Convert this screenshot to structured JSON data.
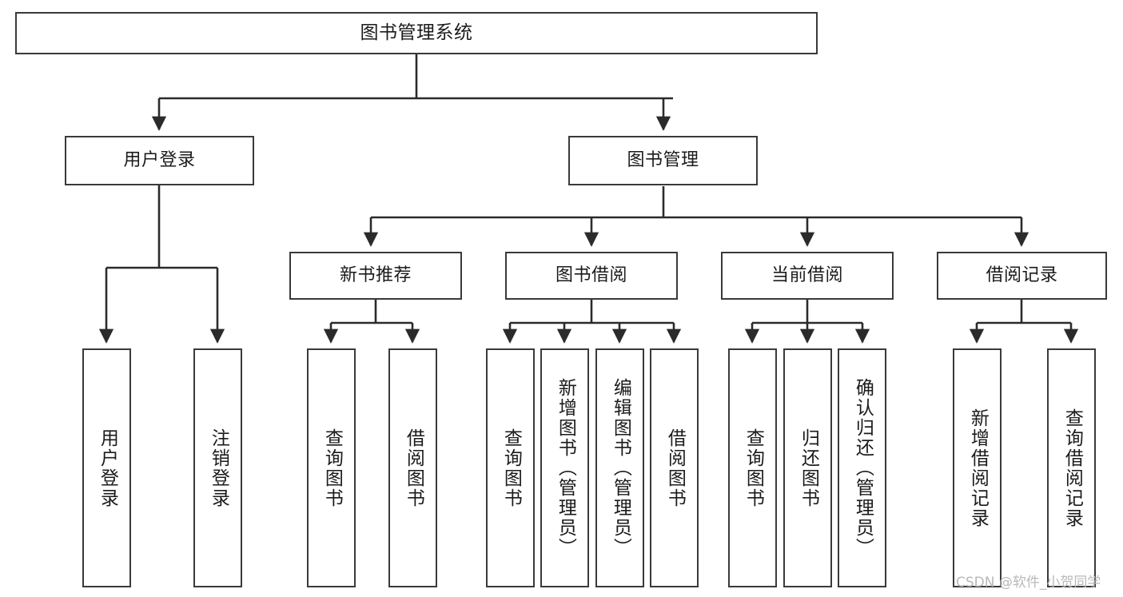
{
  "diagram": {
    "type": "tree-hierarchy",
    "title": "图书管理系统",
    "watermark": "CSDN @软件_小贺同学",
    "colors": {
      "box_border": "#3a3a3a",
      "box_fill": "#ffffff",
      "connector": "#2b2b2b",
      "text": "#1b1b1b",
      "watermark": "#b9b9b9",
      "canvas": "#ffffff"
    },
    "root": {
      "label": "图书管理系统"
    },
    "level2": [
      {
        "label": "用户登录"
      },
      {
        "label": "图书管理"
      }
    ],
    "level3": [
      {
        "label": "新书推荐"
      },
      {
        "label": "图书借阅"
      },
      {
        "label": "当前借阅"
      },
      {
        "label": "借阅记录"
      }
    ],
    "leaves": {
      "user_login": [
        {
          "label": "用户登录"
        },
        {
          "label": "注销登录"
        }
      ],
      "new_book_recommend": [
        {
          "label": "查询图书"
        },
        {
          "label": "借阅图书"
        }
      ],
      "book_borrow": [
        {
          "label": "查询图书"
        },
        {
          "label": "新增图书（管理员）"
        },
        {
          "label": "编辑图书（管理员）"
        },
        {
          "label": "借阅图书"
        }
      ],
      "current_borrow": [
        {
          "label": "查询图书"
        },
        {
          "label": "归还图书"
        },
        {
          "label": "确认归还（管理员）"
        }
      ],
      "borrow_record": [
        {
          "label": "新增借阅记录"
        },
        {
          "label": "查询借阅记录"
        }
      ]
    }
  }
}
